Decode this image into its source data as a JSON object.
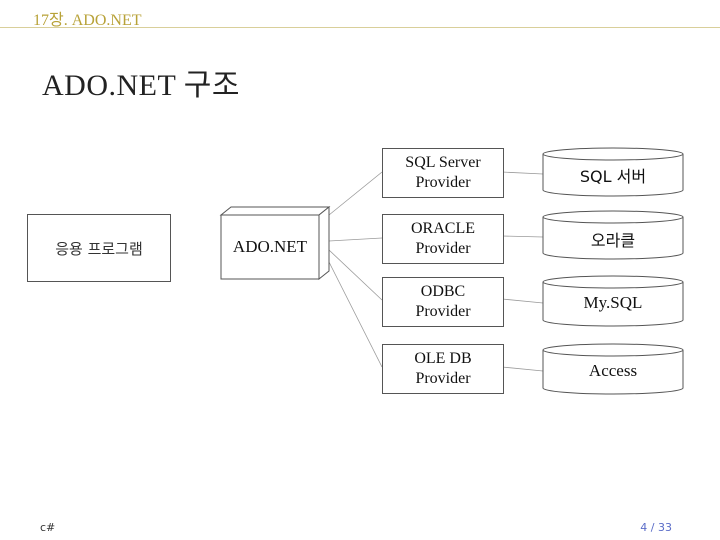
{
  "header": {
    "chapter": "17장. ADO.NET"
  },
  "title": "ADO.NET  구조",
  "diagram": {
    "application": "응용 프로그램",
    "ado_net": "ADO.NET",
    "providers": [
      {
        "label": "SQL Server\nProvider"
      },
      {
        "label": "ORACLE\nProvider"
      },
      {
        "label": "ODBC\nProvider"
      },
      {
        "label": "OLE  DB\nProvider"
      }
    ],
    "databases": [
      {
        "label": "SQL 서버"
      },
      {
        "label": "오라클"
      },
      {
        "label": "My.SQL"
      },
      {
        "label": "Access"
      }
    ]
  },
  "footer": {
    "left": "c#",
    "page": "4 / 33"
  }
}
